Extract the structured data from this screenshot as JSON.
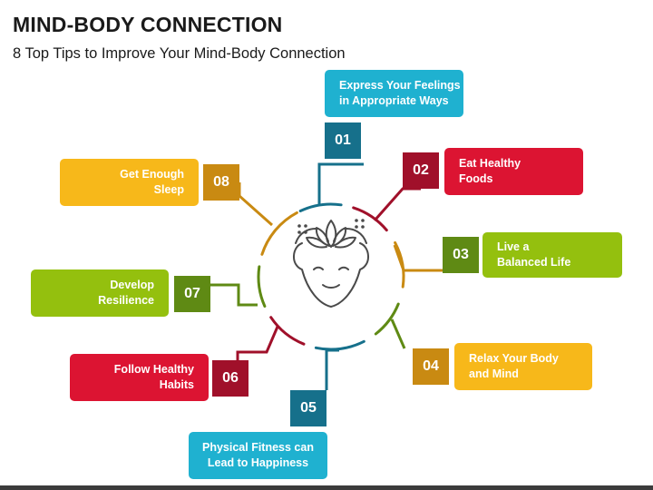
{
  "title": "MIND-BODY CONNECTION",
  "subtitle": "8 Top Tips to Improve Your Mind-Body Connection",
  "colors": {
    "teal_light": "#1fb1d0",
    "teal_dark": "#16708b",
    "red_light": "#dc1432",
    "red_dark": "#a0102a",
    "green_light": "#94c00e",
    "green_dark": "#5f8a14",
    "yellow_light": "#f7b81a",
    "yellow_dark": "#c98a12",
    "icon_stroke": "#4a4a4a"
  },
  "tips": [
    {
      "number": "01",
      "text": "Express Your Feelings\nin Appropriate Ways"
    },
    {
      "number": "02",
      "text": "Eat Healthy\nFoods"
    },
    {
      "number": "03",
      "text": "Live a\nBalanced Life"
    },
    {
      "number": "04",
      "text": "Relax Your Body\nand Mind"
    },
    {
      "number": "05",
      "text": "Physical Fitness can\nLead to Happiness"
    },
    {
      "number": "06",
      "text": "Follow Healthy\nHabits"
    },
    {
      "number": "07",
      "text": "Develop\nResilience"
    },
    {
      "number": "08",
      "text": "Get Enough\nSleep"
    }
  ],
  "center_icon": "head-with-lotus-icon"
}
